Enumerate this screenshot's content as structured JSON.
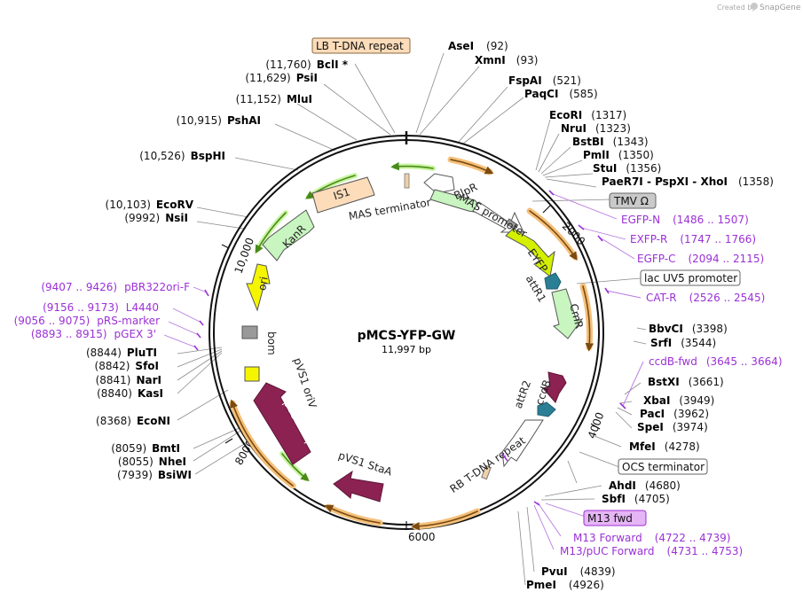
{
  "credit": {
    "prefix": "Created by",
    "brand": "SnapGene"
  },
  "plasmid": {
    "name": "pMCS-YFP-GW",
    "length": "11,997 bp"
  },
  "ticks": [
    {
      "label": "2000",
      "pos": 2000
    },
    {
      "label": "4000",
      "pos": 4000
    },
    {
      "label": "6000",
      "pos": 6000
    },
    {
      "label": "8000",
      "pos": 8000
    },
    {
      "label": "10,000",
      "pos": 10000
    }
  ],
  "sites_right": [
    {
      "name": "AseI",
      "pos": "(92)"
    },
    {
      "name": "XmnI",
      "pos": "(93)"
    },
    {
      "name": "FspAI",
      "pos": "(521)"
    },
    {
      "name": "PaqCI",
      "pos": "(585)"
    },
    {
      "name": "EcoRI",
      "pos": "(1317)"
    },
    {
      "name": "NruI",
      "pos": "(1323)"
    },
    {
      "name": "BstBI",
      "pos": "(1343)"
    },
    {
      "name": "PmlI",
      "pos": "(1350)"
    },
    {
      "name": "StuI",
      "pos": "(1356)"
    },
    {
      "name": "PaeR7I - PspXI - XhoI",
      "pos": "(1358)"
    },
    {
      "name": "BbvCI",
      "pos": "(3398)"
    },
    {
      "name": "SrfI",
      "pos": "(3544)"
    },
    {
      "name": "BstXI",
      "pos": "(3661)"
    },
    {
      "name": "XbaI",
      "pos": "(3949)"
    },
    {
      "name": "PacI",
      "pos": "(3962)"
    },
    {
      "name": "SpeI",
      "pos": "(3974)"
    },
    {
      "name": "MfeI",
      "pos": "(4278)"
    },
    {
      "name": "AhdI",
      "pos": "(4680)"
    },
    {
      "name": "SbfI",
      "pos": "(4705)"
    },
    {
      "name": "PvuI",
      "pos": "(4839)"
    },
    {
      "name": "PmeI",
      "pos": "(4926)"
    }
  ],
  "sites_left": [
    {
      "name": "BclI *",
      "pos": "(11,760)"
    },
    {
      "name": "PsiI",
      "pos": "(11,629)"
    },
    {
      "name": "MluI",
      "pos": "(11,152)"
    },
    {
      "name": "PshAI",
      "pos": "(10,915)"
    },
    {
      "name": "BspHI",
      "pos": "(10,526)"
    },
    {
      "name": "EcoRV",
      "pos": "(10,103)"
    },
    {
      "name": "NsiI",
      "pos": "(9992)"
    },
    {
      "name": "PluTI",
      "pos": "(8844)"
    },
    {
      "name": "SfoI",
      "pos": "(8842)"
    },
    {
      "name": "NarI",
      "pos": "(8841)"
    },
    {
      "name": "KasI",
      "pos": "(8840)"
    },
    {
      "name": "EcoNI",
      "pos": "(8368)"
    },
    {
      "name": "BmtI",
      "pos": "(8059)"
    },
    {
      "name": "NheI",
      "pos": "(8055)"
    },
    {
      "name": "BsiWI",
      "pos": "(7939)"
    }
  ],
  "primers": [
    {
      "name": "EGFP-N",
      "range": "(1486 .. 1507)"
    },
    {
      "name": "EXFP-R",
      "range": "(1747 .. 1766)"
    },
    {
      "name": "EGFP-C",
      "range": "(2094 .. 2115)"
    },
    {
      "name": "CAT-R",
      "range": "(2526 .. 2545)"
    },
    {
      "name": "ccdB-fwd",
      "range": "(3645 .. 3664)"
    },
    {
      "name": "M13 Forward",
      "range": "(4722 .. 4739)"
    },
    {
      "name": "M13/pUC Forward",
      "range": "(4731 .. 4753)"
    },
    {
      "name": "pBR322ori-F",
      "range": "(9407 .. 9426)"
    },
    {
      "name": "L4440",
      "range": "(9156 .. 9173)"
    },
    {
      "name": "pRS-marker",
      "range": "(9056 .. 9075)"
    },
    {
      "name": "pGEX 3'",
      "range": "(8893 .. 8915)"
    }
  ],
  "boxes": {
    "lb": "LB T-DNA repeat",
    "tmv": "TMV Ω",
    "lacuv5": "lac UV5 promoter",
    "ocs": "OCS terminator",
    "m13fwd": "M13 fwd"
  },
  "features": {
    "is1": "IS1",
    "kanr": "KanR",
    "ori": "ori",
    "bom": "bom",
    "blpr": "BlpR",
    "mas_term": "MAS terminator",
    "mas_prom": "MAS promoter",
    "eyfp": "EYFP",
    "attr1": "attR1",
    "cmr": "CmR",
    "ccdb": "ccdB",
    "attr2": "attR2",
    "rb": "RB T-DNA repeat",
    "pvs1_stab": "pVS1 StaA",
    "pvs1_repa": "pVS1 RepA",
    "pvs1_oriv": "pVS1 oriV"
  },
  "colors": {
    "backbone": "#111111",
    "orf": "#f5a623",
    "primer": "#9b31d6",
    "eyfp": "#c8f000",
    "green": "#c8f5c0",
    "is1": "#fcdcb9",
    "ori": "#f5f500",
    "maroon": "#8b2252",
    "teal": "#2a7f95"
  }
}
